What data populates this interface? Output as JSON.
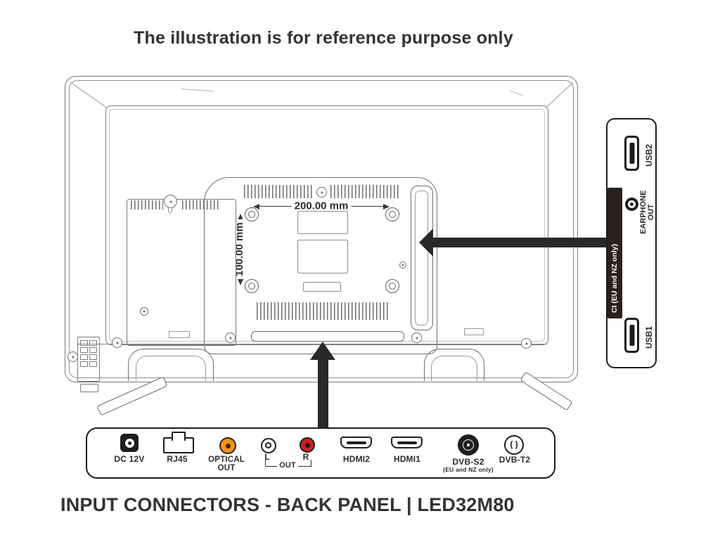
{
  "disclaimer": "The illustration is for reference purpose only",
  "caption": "INPUT CONNECTORS - BACK PANEL | LED32M80",
  "tv": {
    "vesa_width": "200.00 mm",
    "vesa_height": "100.00 mm"
  },
  "side_panel": {
    "usb2": "USB2",
    "earphone_line1": "EARPHONE",
    "earphone_line2": "OUT",
    "ci": "CI (EU and NZ only)",
    "usb1": "USB1"
  },
  "bottom_panel": {
    "dc": "DC 12V",
    "rj45": "RJ45",
    "optical_line1": "OPTICAL",
    "optical_line2": "OUT",
    "left": "L",
    "right": "R",
    "out": "OUT",
    "hdmi2": "HDMI2",
    "hdmi1": "HDMI1",
    "dvbs2": "DVB-S2",
    "dvbs2_note": "(EU and NZ only)",
    "dvbt2": "DVB-T2",
    "dvbt2_glyph": "( )"
  },
  "colors": {
    "optical_orange": "#F6921E",
    "rca_red": "#CB2026",
    "ink": "#2E2A28",
    "arrow_black": "#2B2927",
    "line_gray": "#6E6E6E"
  }
}
